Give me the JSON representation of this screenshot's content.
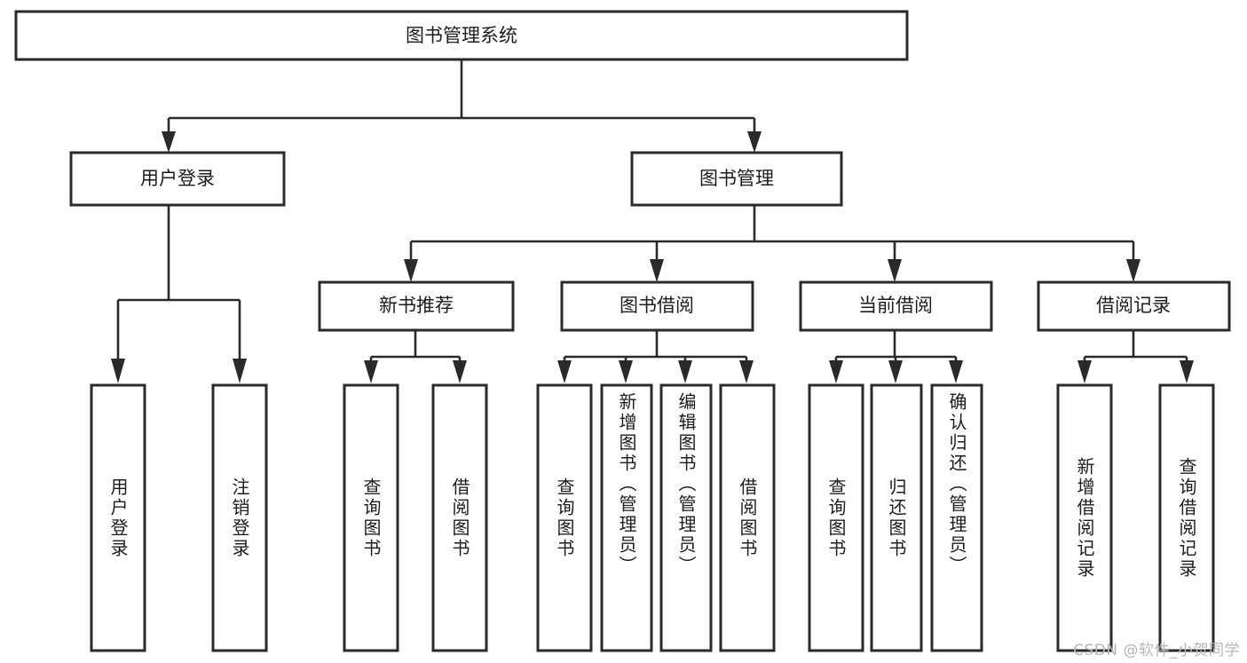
{
  "diagram": {
    "type": "tree",
    "title": "图书管理系统",
    "theme": {
      "background": "#ffffff",
      "box_fill": "#ffffff",
      "box_stroke": "#2a2a2a",
      "connector": "#2a2a2a",
      "text": "#1c1c1c",
      "watermark": "#b6b6b6"
    },
    "root": {
      "label": "图书管理系统"
    },
    "level1": [
      {
        "label": "用户登录"
      },
      {
        "label": "图书管理"
      }
    ],
    "level2": [
      {
        "label": "新书推荐"
      },
      {
        "label": "图书借阅"
      },
      {
        "label": "当前借阅"
      },
      {
        "label": "借阅记录"
      }
    ],
    "leaves": {
      "user_login": [
        {
          "label": "用户登录"
        },
        {
          "label": "注销登录"
        }
      ],
      "new_book_recommend": [
        {
          "label": "查询图书"
        },
        {
          "label": "借阅图书"
        }
      ],
      "book_borrow": [
        {
          "label": "查询图书"
        },
        {
          "label": "新增图书（管理员）"
        },
        {
          "label": "编辑图书（管理员）"
        },
        {
          "label": "借阅图书"
        }
      ],
      "current_borrow": [
        {
          "label": "查询图书"
        },
        {
          "label": "归还图书"
        },
        {
          "label": "确认归还（管理员）"
        }
      ],
      "borrow_record": [
        {
          "label": "新增借阅记录"
        },
        {
          "label": "查询借阅记录"
        }
      ]
    }
  },
  "watermark": {
    "text": "CSDN @软件_小贺同学"
  }
}
